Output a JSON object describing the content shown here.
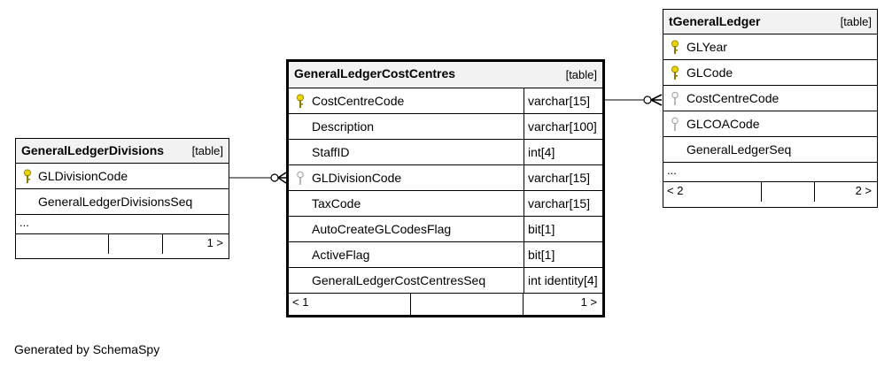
{
  "divisions": {
    "name": "GeneralLedgerDivisions",
    "tag": "[table]",
    "rows": [
      {
        "col": "GLDivisionCode",
        "key": "primary-key-icon"
      },
      {
        "col": "GeneralLedgerDivisionsSeq",
        "key": ""
      }
    ],
    "more": "...",
    "foot_right": "1 >"
  },
  "costcentres": {
    "name": "GeneralLedgerCostCentres",
    "tag": "[table]",
    "rows": [
      {
        "col": "CostCentreCode",
        "type": "varchar[15]",
        "key": "primary-key-icon"
      },
      {
        "col": "Description",
        "type": "varchar[100]",
        "key": ""
      },
      {
        "col": "StaffID",
        "type": "int[4]",
        "key": ""
      },
      {
        "col": "GLDivisionCode",
        "type": "varchar[15]",
        "key": "foreign-key-icon"
      },
      {
        "col": "TaxCode",
        "type": "varchar[15]",
        "key": ""
      },
      {
        "col": "AutoCreateGLCodesFlag",
        "type": "bit[1]",
        "key": ""
      },
      {
        "col": "ActiveFlag",
        "type": "bit[1]",
        "key": ""
      },
      {
        "col": "GeneralLedgerCostCentresSeq",
        "type": "int identity[4]",
        "key": ""
      }
    ],
    "foot_left": "< 1",
    "foot_right": "1 >"
  },
  "ledger": {
    "name": "tGeneralLedger",
    "tag": "[table]",
    "rows": [
      {
        "col": "GLYear",
        "key": "primary-key-icon"
      },
      {
        "col": "GLCode",
        "key": "primary-key-icon"
      },
      {
        "col": "CostCentreCode",
        "key": "foreign-key-icon"
      },
      {
        "col": "GLCOACode",
        "key": "foreign-key-icon"
      },
      {
        "col": "GeneralLedgerSeq",
        "key": ""
      }
    ],
    "more": "...",
    "foot_left": "< 2",
    "foot_right": "2 >"
  },
  "footer_text": "Generated by SchemaSpy",
  "colors": {
    "primary_key": "#e8d400",
    "foreign_key": "#a6a6a6",
    "header_bg": "#f2f2f2"
  }
}
